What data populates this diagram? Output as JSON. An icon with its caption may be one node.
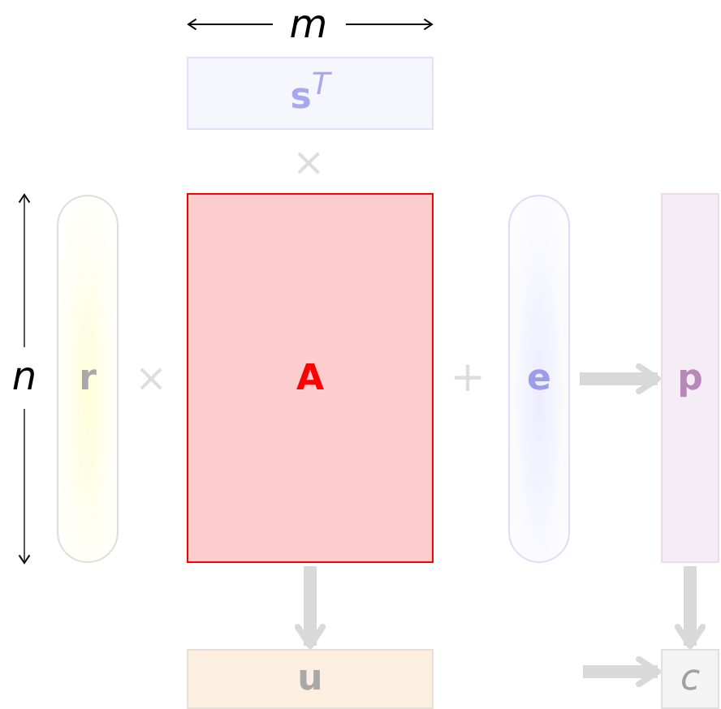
{
  "diagram": {
    "nodes": [
      {
        "text": [
          "**s**$^{T}$"
        ]
      },
      {
        "text": [
          "r"
        ]
      },
      {
        "text": [
          "A"
        ]
      },
      {
        "text": [
          "e"
        ]
      },
      {
        "text": [
          "p"
        ]
      },
      {
        "text": [
          "u"
        ]
      },
      {
        "text": [
          "c"
        ]
      }
    ],
    "edges": [
      {
        "from": 2,
        "to": 5,
        "arrow": "to"
      },
      {
        "from": 3,
        "to": 4,
        "arrow": "to"
      },
      {
        "from": 4,
        "to": 6,
        "arrow": "to"
      },
      {
        "from": null,
        "to": 6,
        "arrow": "to"
      }
    ],
    "labels": [
      "m",
      "n",
      "×",
      "×",
      "+"
    ]
  }
}
